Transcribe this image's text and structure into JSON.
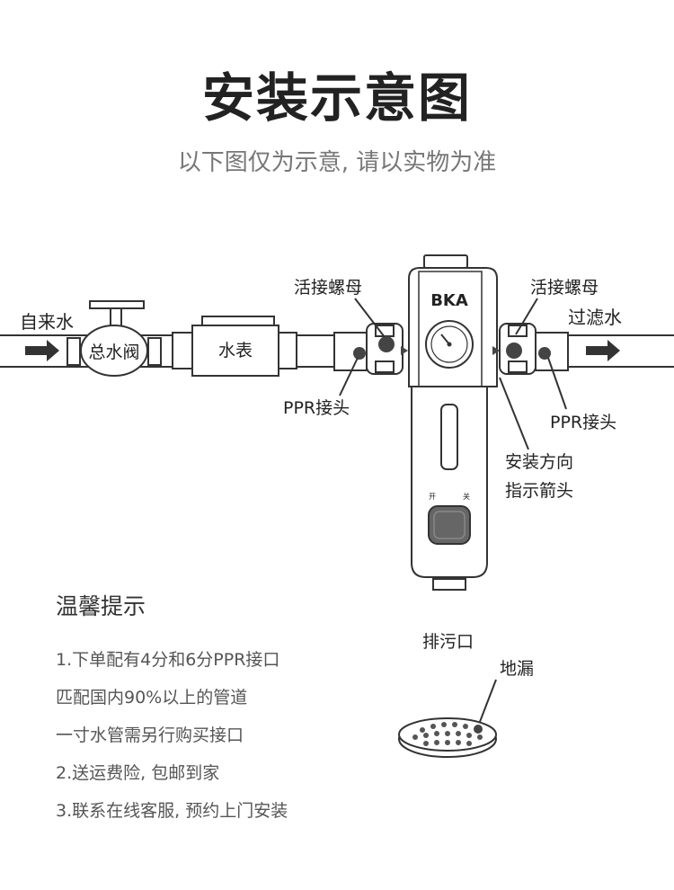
{
  "title": "安装示意图",
  "subtitle": "以下图仅为示意, 请以实物为准",
  "diagram": {
    "inlet_label": "自来水",
    "main_valve_label": "总水阀",
    "water_meter_label": "水表",
    "nut_left_label": "活接螺母",
    "nut_right_label": "活接螺母",
    "ppr_left_label": "PPR接头",
    "ppr_right_label": "PPR接头",
    "outlet_label": "过滤水",
    "arrow_label_line1": "安装方向",
    "arrow_label_line2": "指示箭头",
    "brand": "BKA",
    "switch_open": "开",
    "switch_close": "关"
  },
  "tips": {
    "title": "温馨提示",
    "lines": [
      "1.下单配有4分和6分PPR接口",
      "匹配国内90%以上的管道",
      "一寸水管需另行购买接口",
      "2.送运费险, 包邮到家",
      "3.联系在线客服, 预约上门安装"
    ]
  },
  "drain": {
    "outlet_label": "排污口",
    "floor_drain_label": "地漏"
  }
}
